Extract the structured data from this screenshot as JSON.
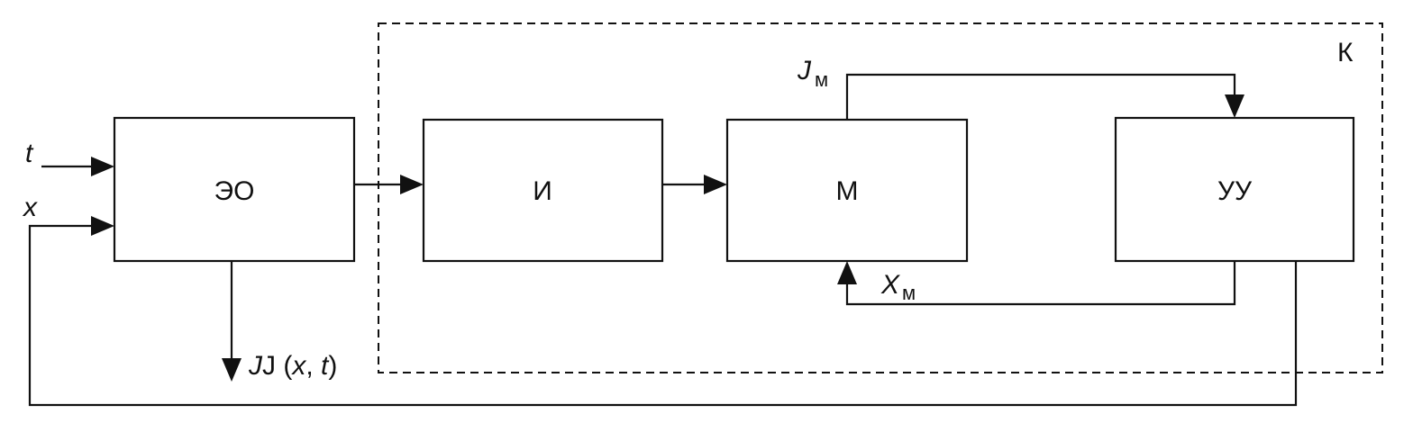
{
  "diagram": {
    "blocks": {
      "eo": "ЭО",
      "i": "И",
      "m": "М",
      "uu": "УУ"
    },
    "container_label": "К",
    "inputs": {
      "t": "t",
      "x": "x"
    },
    "output": {
      "prefix": "J (",
      "x": "x",
      "sep": ", ",
      "t": "t",
      "suffix": ")"
    },
    "signals": {
      "j_main": "J",
      "j_sub": "м",
      "x_main": "X",
      "x_sub": "м"
    }
  }
}
